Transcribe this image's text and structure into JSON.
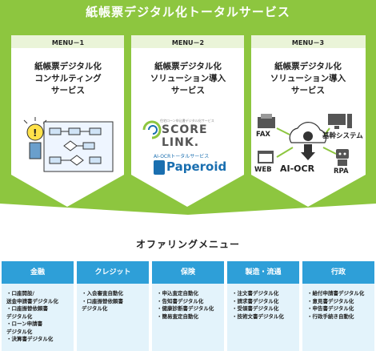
{
  "banner": {
    "title": "紙帳票デジタル化トータルサービス",
    "color": "#8dc63f",
    "columns": [
      {
        "menu": "MENU－1",
        "title": "紙帳票デジタル化\nコンサルティング\nサービス"
      },
      {
        "menu": "MENU－2",
        "title": "紙帳票デジタル化\nソリューション導入\nサービス"
      },
      {
        "menu": "MENU－3",
        "title": "紙帳票デジタル化\nソリューション導入\nサービス"
      }
    ]
  },
  "products": {
    "score_small": "住宅ローン申込書デジタル化サービス",
    "score_link": "SCORE LINK.",
    "paperoid_small": "AI-OCRトータルサービス",
    "paperoid": "Paperoid"
  },
  "ocr": {
    "fax": "FAX",
    "core_system": "基幹システム",
    "web": "WEB",
    "ai_ocr": "AI-OCR",
    "rpa": "RPA"
  },
  "offering": {
    "title": "オファリングメニュー",
    "accent": "#2e9fd8",
    "categories": [
      {
        "name": "金融",
        "items": [
          "・口座開設/",
          "  送金申請書デジタル化",
          "・口座振替依頼書",
          "  デジタル化",
          "・ローン申請書",
          "  デジタル化",
          "・決算書デジタル化"
        ]
      },
      {
        "name": "クレジット",
        "items": [
          "・入会審査自動化",
          "・口座振替依頼書",
          "  デジタル化"
        ]
      },
      {
        "name": "保険",
        "items": [
          "・申込査定自動化",
          "・告知書デジタル化",
          "・健康診断書デジタル化",
          "・簡易査定自動化"
        ]
      },
      {
        "name": "製造・流通",
        "items": [
          "・注文書デジタル化",
          "・請求書デジタル化",
          "・受領書デジタル化",
          "・技術文書デジタル化"
        ]
      },
      {
        "name": "行政",
        "items": [
          "・給付申請書デジタル化",
          "・意見書デジタル化",
          "・申告書デジタル化",
          "・行政手続き自動化"
        ]
      }
    ]
  }
}
